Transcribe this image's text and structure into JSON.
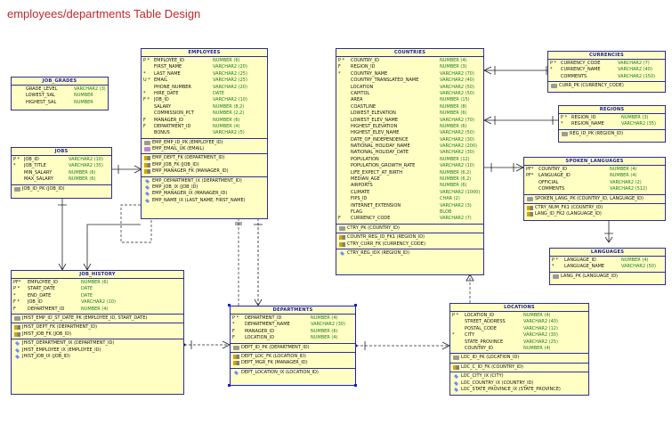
{
  "title": "employees/departments Table Design",
  "entities": {
    "job_grades": {
      "name": "JOB_GRADES",
      "attrs": [
        {
          "flag": "",
          "name": "GRADE_LEVEL",
          "type": "VARCHAR2 (3)"
        },
        {
          "flag": "",
          "name": "LOWEST_SAL",
          "type": "NUMBER"
        },
        {
          "flag": "",
          "name": "HIGHEST_SAL",
          "type": "NUMBER"
        }
      ],
      "keys": []
    },
    "jobs": {
      "name": "JOBS",
      "attrs": [
        {
          "flag": "P *",
          "name": "JOB_ID",
          "type": "VARCHAR2 (10)"
        },
        {
          "flag": "  *",
          "name": "JOB_TITLE",
          "type": "VARCHAR2 (35)"
        },
        {
          "flag": "",
          "name": "MIN_SALARY",
          "type": "NUMBER (6)"
        },
        {
          "flag": "",
          "name": "MAX_SALARY",
          "type": "NUMBER (6)"
        }
      ],
      "keys": [
        [
          {
            "icon": "pk",
            "text": "JOB_ID_PK (JOB_ID)"
          }
        ]
      ]
    },
    "employees": {
      "name": "EMPLOYEES",
      "attrs": [
        {
          "flag": "P *",
          "name": "EMPLOYEE_ID",
          "type": "NUMBER (6)"
        },
        {
          "flag": "",
          "name": "FIRST_NAME",
          "type": "VARCHAR2 (20)"
        },
        {
          "flag": "  *",
          "name": "LAST_NAME",
          "type": "VARCHAR2 (25)"
        },
        {
          "flag": "U *",
          "name": "EMAIL",
          "type": "VARCHAR2 (25)"
        },
        {
          "flag": "",
          "name": "PHONE_NUMBER",
          "type": "VARCHAR2 (20)"
        },
        {
          "flag": "  *",
          "name": "HIRE_DATE",
          "type": "DATE"
        },
        {
          "flag": "F *",
          "name": "JOB_ID",
          "type": "VARCHAR2 (10)"
        },
        {
          "flag": "",
          "name": "SALARY",
          "type": "NUMBER (8,2)"
        },
        {
          "flag": "",
          "name": "COMMISSION_PCT",
          "type": "NUMBER (2,2)"
        },
        {
          "flag": "F",
          "name": "MANAGER_ID",
          "type": "NUMBER (6)"
        },
        {
          "flag": "F",
          "name": "DEPARTMENT_ID",
          "type": "NUMBER (4)"
        },
        {
          "flag": "",
          "name": "BONUS",
          "type": "VARCHAR2 (5)"
        }
      ],
      "keys": [
        [
          {
            "icon": "pk",
            "text": "EMP_EMP_ID_PK (EMPLOYEE_ID)"
          },
          {
            "icon": "uk",
            "text": "EMP_EMAIL_UK (EMAIL)"
          }
        ],
        [
          {
            "icon": "fk",
            "text": "EMP_DEPT_FK (DEPARTMENT_ID)"
          },
          {
            "icon": "fk",
            "text": "EMP_JOB_FK (JOB_ID)"
          },
          {
            "icon": "fk",
            "text": "EMP_MANAGER_FK (MANAGER_ID)"
          }
        ],
        [
          {
            "icon": "ix",
            "text": "EMP_DEPARTMENT_IX (DEPARTMENT_ID)"
          },
          {
            "icon": "ix",
            "text": "EMP_JOB_IX (JOB_ID)"
          },
          {
            "icon": "ix",
            "text": "EMP_MANAGER_IX (MANAGER_ID)"
          },
          {
            "icon": "ix",
            "text": "EMP_NAME_IX (LAST_NAME, FIRST_NAME)"
          }
        ]
      ]
    },
    "countries": {
      "name": "COUNTRIES",
      "attrs": [
        {
          "flag": "P *",
          "name": "COUNTRY_ID",
          "type": "NUMBER (4)"
        },
        {
          "flag": "F",
          "name": "REGION_ID",
          "type": "NUMBER (3)"
        },
        {
          "flag": "  *",
          "name": "COUNTRY_NAME",
          "type": "VARCHAR2 (70)"
        },
        {
          "flag": "",
          "name": "COUNTRY_TRANSLATED_NAME",
          "type": "VARCHAR2 (40)"
        },
        {
          "flag": "",
          "name": "LOCATION",
          "type": "VARCHAR2 (50)"
        },
        {
          "flag": "",
          "name": "CAPITOL",
          "type": "VARCHAR2 (50)"
        },
        {
          "flag": "",
          "name": "AREA",
          "type": "NUMBER (15)"
        },
        {
          "flag": "",
          "name": "COASTLINE",
          "type": "NUMBER (8)"
        },
        {
          "flag": "",
          "name": "LOWEST_ELEVATION",
          "type": "NUMBER (6)"
        },
        {
          "flag": "",
          "name": "LOWEST_ELEV_NAME",
          "type": "VARCHAR2 (70)"
        },
        {
          "flag": "",
          "name": "HIGHEST_ELEVATION",
          "type": "NUMBER (6)"
        },
        {
          "flag": "",
          "name": "HIGHEST_ELEV_NAME",
          "type": "VARCHAR2 (50)"
        },
        {
          "flag": "",
          "name": "DATE_OF_INDEPENDENCE",
          "type": "VARCHAR2 (30)"
        },
        {
          "flag": "",
          "name": "NATIONAL_HOLIDAY_NAME",
          "type": "VARCHAR2 (200)"
        },
        {
          "flag": "",
          "name": "NATIONAL_HOLIDAY_DATE",
          "type": "VARCHAR2 (30)"
        },
        {
          "flag": "",
          "name": "POPULATION",
          "type": "NUMBER (12)"
        },
        {
          "flag": "",
          "name": "POPULATION_GROWTH_RATE",
          "type": "VARCHAR2 (10)"
        },
        {
          "flag": "",
          "name": "LIFE_EXPECT_AT_BIRTH",
          "type": "NUMBER (6,2)"
        },
        {
          "flag": "",
          "name": "MEDIAN_AGE",
          "type": "NUMBER (6,2)"
        },
        {
          "flag": "",
          "name": "AIRPORTS",
          "type": "NUMBER (6)"
        },
        {
          "flag": "",
          "name": "CLIMATE",
          "type": "VARCHAR2 (1000)"
        },
        {
          "flag": "",
          "name": "FIPS_ID",
          "type": "CHAR (2)"
        },
        {
          "flag": "",
          "name": "INTERNET_EXTENSION",
          "type": "VARCHAR2 (3)"
        },
        {
          "flag": "",
          "name": "FLAG",
          "type": "BLOB"
        },
        {
          "flag": "F",
          "name": "CURRENCY_CODE",
          "type": "VARCHAR2 (7)"
        }
      ],
      "keys": [
        [
          {
            "icon": "pk",
            "text": "CTRY_PK (COUNTRY_ID)"
          }
        ],
        [
          {
            "icon": "fk",
            "text": "COUNTR_REG_ID_FK1 (REGION_ID)"
          },
          {
            "icon": "fk",
            "text": "CTRY_CURR_FK (CURRENCY_CODE)"
          }
        ],
        [
          {
            "icon": "ix",
            "text": "CTRY_REG_IDX (REGION_ID)"
          }
        ]
      ]
    },
    "currencies": {
      "name": "CURRENCIES",
      "attrs": [
        {
          "flag": "P *",
          "name": "CURRENCY_CODE",
          "type": "VARCHAR2 (7)"
        },
        {
          "flag": "  *",
          "name": "CURRENCY_NAME",
          "type": "VARCHAR2 (40)"
        },
        {
          "flag": "",
          "name": "COMMENTS",
          "type": "VARCHAR2 (150)"
        }
      ],
      "keys": [
        [
          {
            "icon": "pk",
            "text": "CURR_PK (CURRENCY_CODE)"
          }
        ]
      ]
    },
    "regions": {
      "name": "REGIONS",
      "attrs": [
        {
          "flag": "P *",
          "name": "REGION_ID",
          "type": "NUMBER (3)"
        },
        {
          "flag": "  *",
          "name": "REGION_NAME",
          "type": "VARCHAR2 (35)"
        }
      ],
      "keys": [
        [
          {
            "icon": "pk",
            "text": "REG_ID_PK (REGION_ID)"
          }
        ]
      ]
    },
    "spoken_languages": {
      "name": "SPOKEN_LANGUAGES",
      "attrs": [
        {
          "flag": "PF*",
          "name": "COUNTRY_ID",
          "type": "NUMBER (4)"
        },
        {
          "flag": "PF*",
          "name": "LANGUAGE_ID",
          "type": "NUMBER (4)"
        },
        {
          "flag": "",
          "name": "OFFICIAL",
          "type": "VARCHAR2 (2)"
        },
        {
          "flag": "",
          "name": "COMMENTS",
          "type": "VARCHAR2 (512)"
        }
      ],
      "keys": [
        [
          {
            "icon": "pk",
            "text": "SPOKEN_LANG_PK (COUNTRY_ID, LANGUAGE_ID)"
          }
        ],
        [
          {
            "icon": "fk",
            "text": "CTRY_NUM_FK1 (COUNTRY_ID)"
          },
          {
            "icon": "fk",
            "text": "LANG_ID_FK2 (LANGUAGE_ID)"
          }
        ]
      ]
    },
    "languages": {
      "name": "LANGUAGES",
      "attrs": [
        {
          "flag": "P *",
          "name": "LANGUAGE_ID",
          "type": "NUMBER (4)"
        },
        {
          "flag": "  *",
          "name": "LANGUAGE_NAME",
          "type": "VARCHAR2 (50)"
        }
      ],
      "keys": [
        [
          {
            "icon": "pk",
            "text": "LANG_PK (LANGUAGE_ID)"
          }
        ]
      ]
    },
    "job_history": {
      "name": "JOB_HISTORY",
      "attrs": [
        {
          "flag": "PF*",
          "name": "EMPLOYEE_ID",
          "type": "NUMBER (6)"
        },
        {
          "flag": "P *",
          "name": "START_DATE",
          "type": "DATE"
        },
        {
          "flag": "  *",
          "name": "END_DATE",
          "type": "DATE"
        },
        {
          "flag": "F *",
          "name": "JOB_ID",
          "type": "VARCHAR2 (10)"
        },
        {
          "flag": "F",
          "name": "DEPARTMENT_ID",
          "type": "NUMBER (4)"
        }
      ],
      "keys": [
        [
          {
            "icon": "pk",
            "text": "JHIST_EMP_ID_ST_DATE_PK (EMPLOYEE_ID, START_DATE)"
          }
        ],
        [
          {
            "icon": "fk",
            "text": "JHIST_DEPT_FK (DEPARTMENT_ID)"
          },
          {
            "icon": "fk",
            "text": "JHIST_JOB_FK (JOB_ID)"
          }
        ],
        [
          {
            "icon": "ix",
            "text": "JHIST_DEPARTMENT_IX (DEPARTMENT_ID)"
          },
          {
            "icon": "ix",
            "text": "JHIST_EMPLOYEE_IX (EMPLOYEE_ID)"
          },
          {
            "icon": "ix",
            "text": "JHIST_JOB_IX (JOB_ID)"
          }
        ]
      ]
    },
    "departments": {
      "name": "DEPARTMENTS",
      "attrs": [
        {
          "flag": "P *",
          "name": "DEPARTMENT_ID",
          "type": "NUMBER (4)"
        },
        {
          "flag": "  *",
          "name": "DEPARTMENT_NAME",
          "type": "VARCHAR2 (30)"
        },
        {
          "flag": "F",
          "name": "MANAGER_ID",
          "type": "NUMBER (6)"
        },
        {
          "flag": "F",
          "name": "LOCATION_ID",
          "type": "NUMBER (4)"
        }
      ],
      "keys": [
        [
          {
            "icon": "pk",
            "text": "DEPT_ID_PK (DEPARTMENT_ID)"
          }
        ],
        [
          {
            "icon": "fk",
            "text": "DEPT_LOC_FK (LOCATION_ID)"
          },
          {
            "icon": "fk",
            "text": "DEPT_MGR_FK (MANAGER_ID)"
          }
        ],
        [
          {
            "icon": "ix",
            "text": "DEPT_LOCATION_IX (LOCATION_ID)"
          }
        ]
      ]
    },
    "locations": {
      "name": "LOCATIONS",
      "attrs": [
        {
          "flag": "P *",
          "name": "LOCATION_ID",
          "type": "NUMBER (4)"
        },
        {
          "flag": "",
          "name": "STREET_ADDRESS",
          "type": "VARCHAR2 (40)"
        },
        {
          "flag": "",
          "name": "POSTAL_CODE",
          "type": "VARCHAR2 (12)"
        },
        {
          "flag": "  *",
          "name": "CITY",
          "type": "VARCHAR2 (30)"
        },
        {
          "flag": "",
          "name": "STATE_PROVINCE",
          "type": "VARCHAR2 (25)"
        },
        {
          "flag": "",
          "name": "COUNTRY_ID",
          "type": "NUMBER (4)"
        }
      ],
      "keys": [
        [
          {
            "icon": "pk",
            "text": "LOC_ID_PK (LOCATION_ID)"
          }
        ],
        [
          {
            "icon": "fk",
            "text": "LOC_C_ID_FK (COUNTRY_ID)"
          }
        ],
        [
          {
            "icon": "ix",
            "text": "LOC_CITY_IX (CITY)"
          },
          {
            "icon": "ix",
            "text": "LOC_COUNTRY_IX (COUNTRY_ID)"
          },
          {
            "icon": "ix",
            "text": "LOC_STATE_PROVINCE_IX (STATE_PROVINCE)"
          }
        ]
      ]
    }
  }
}
